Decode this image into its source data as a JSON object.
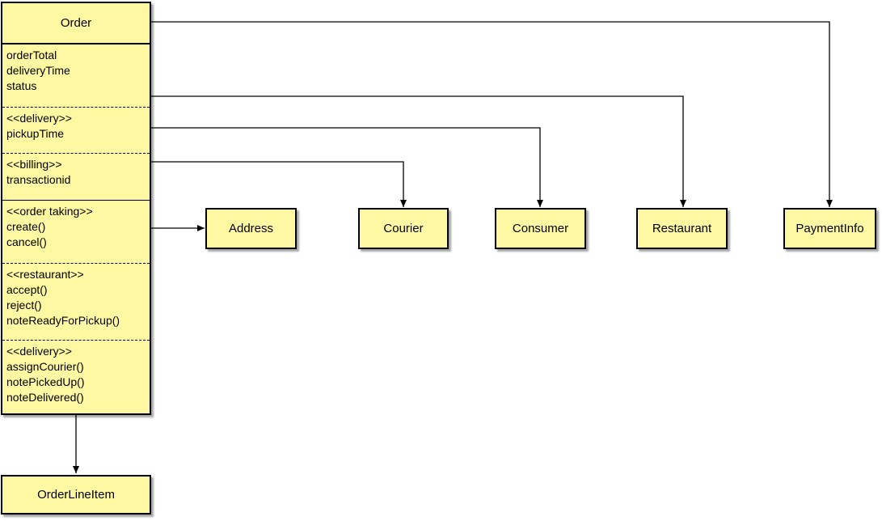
{
  "order": {
    "title": "Order",
    "sections": [
      {
        "lines": [
          "orderTotal",
          "deliveryTime",
          "status"
        ]
      },
      {
        "lines": [
          "<<delivery>>",
          "pickupTime"
        ]
      },
      {
        "lines": [
          "<<billing>>",
          "transactionid"
        ]
      },
      {
        "lines": [
          "<<order taking>>",
          "create()",
          "cancel()"
        ]
      },
      {
        "lines": [
          "<<restaurant>>",
          "accept()",
          "reject()",
          "noteReadyForPickup()"
        ]
      },
      {
        "lines": [
          "<<delivery>>",
          "assignCourier()",
          "notePickedUp()",
          "noteDelivered()"
        ]
      }
    ]
  },
  "classes": {
    "address": "Address",
    "courier": "Courier",
    "consumer": "Consumer",
    "restaurant": "Restaurant",
    "payment_info": "PaymentInfo",
    "order_line_item": "OrderLineItem"
  },
  "colors": {
    "box_fill": "#fff8a3",
    "line": "#000000"
  }
}
